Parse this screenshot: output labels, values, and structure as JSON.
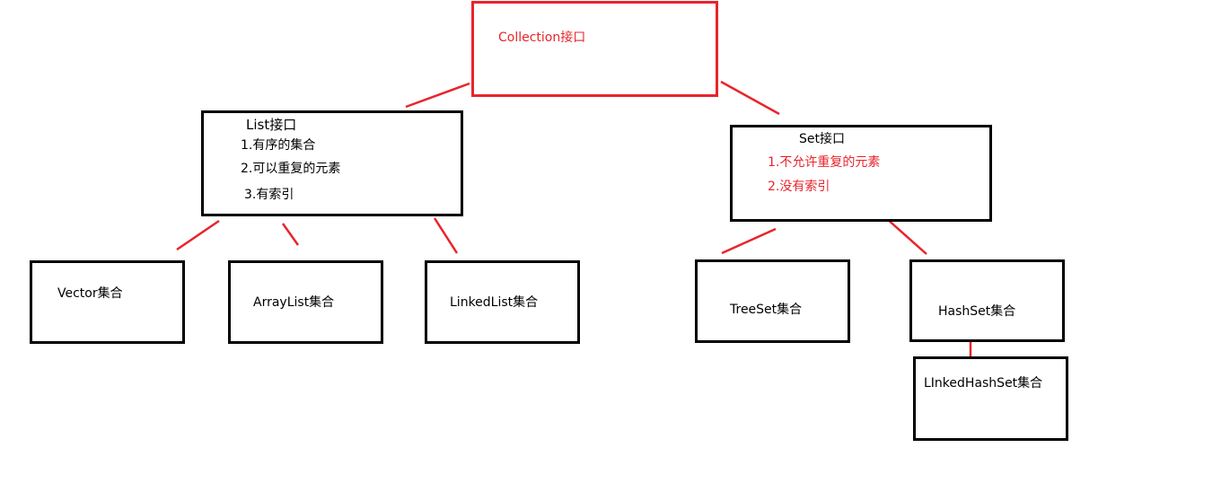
{
  "root": {
    "title": "Collection接口"
  },
  "list": {
    "title": "List接口",
    "features": [
      "1.有序的集合",
      "2.可以重复的元素",
      "3.有索引"
    ]
  },
  "set": {
    "title": "Set接口",
    "features": [
      "1.不允许重复的元素",
      "2.没有索引"
    ]
  },
  "list_impls": [
    "Vector集合",
    "ArrayList集合",
    "LinkedList集合"
  ],
  "set_impls": [
    "TreeSet集合",
    "HashSet集合"
  ],
  "hashset_child": "LInkedHashSet集合",
  "colors": {
    "connector": "#e8242c",
    "highlight": "#e8242c",
    "border": "#000000"
  }
}
